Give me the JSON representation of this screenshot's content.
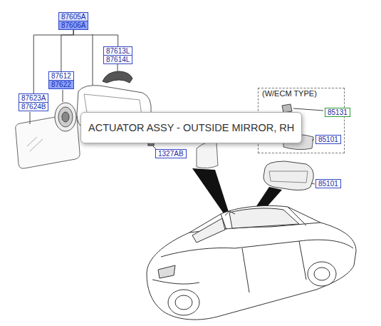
{
  "diagram": {
    "nodes": [
      {
        "text": [
          "87605A",
          "87606A"
        ]
      },
      {
        "text": [
          "87613L",
          "87614L"
        ]
      },
      {
        "text": [
          "87612",
          "87622"
        ]
      },
      {
        "text": [
          "87623A",
          "87624B"
        ]
      },
      {
        "text": [
          "(W/ECM TYPE)"
        ]
      },
      {
        "text": [
          "85131"
        ],
        "in": 4
      },
      {
        "text": [
          "85101"
        ],
        "in": 4
      },
      {
        "text": [
          "1327AB"
        ]
      },
      {
        "text": [
          "85101"
        ]
      },
      {
        "text": [
          "ACTUATOR ASSY - OUTSIDE MIRROR, RH"
        ]
      }
    ],
    "edges": [
      {
        "from": 0,
        "to": 3,
        "arrow": "none"
      },
      {
        "from": 0,
        "to": 2,
        "arrow": "none"
      },
      {
        "from": 0,
        "to": 1,
        "arrow": "none"
      }
    ]
  }
}
